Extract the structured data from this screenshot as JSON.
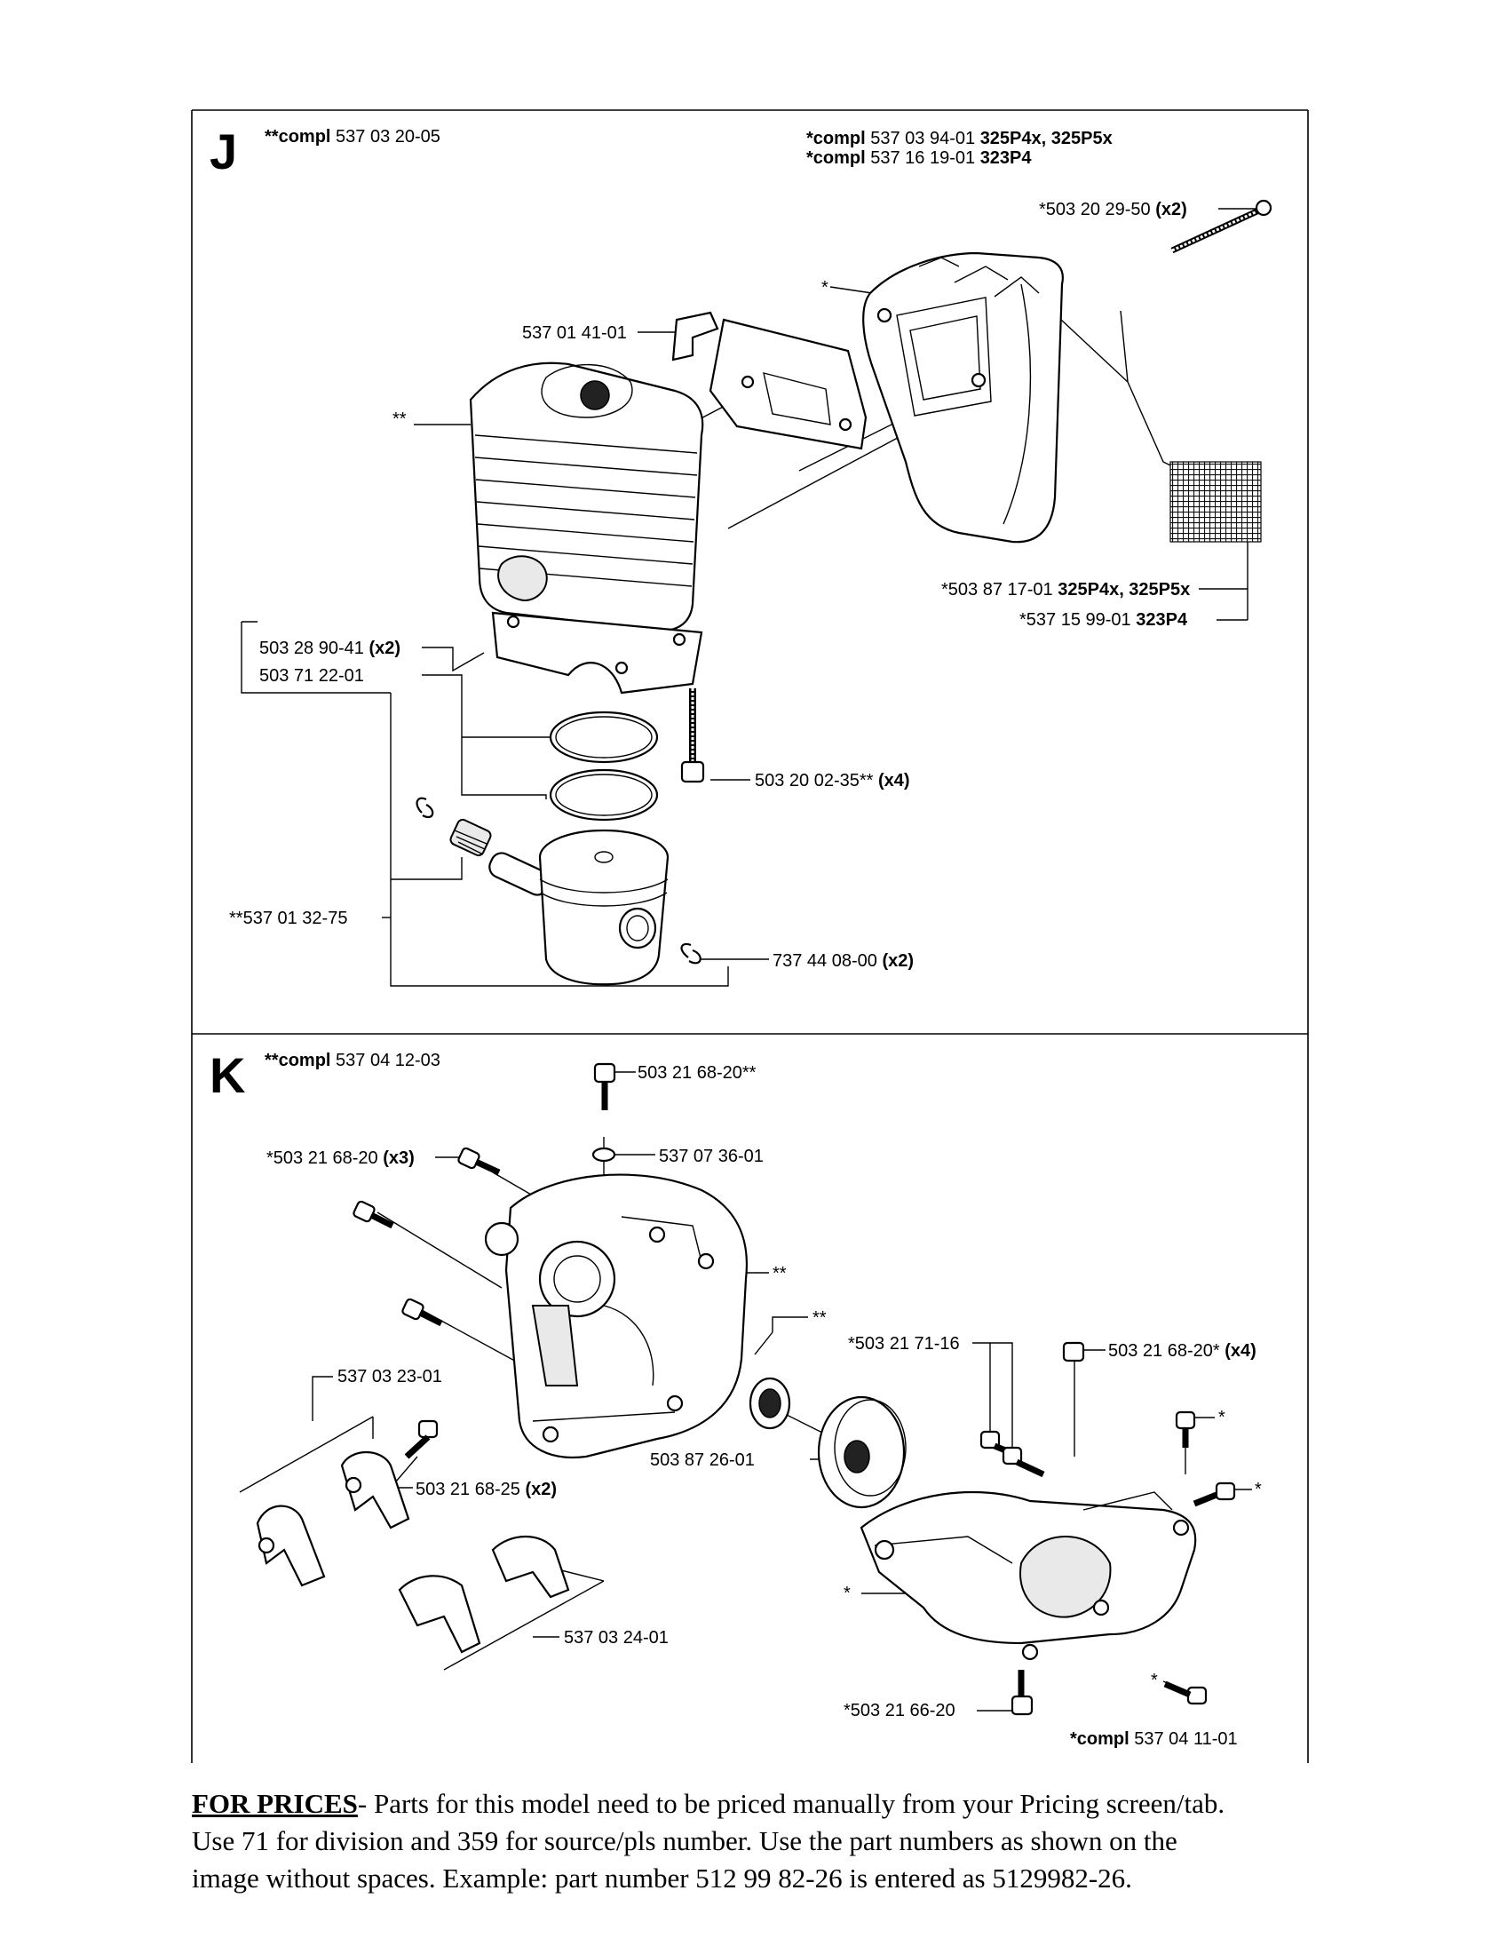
{
  "panel_j": {
    "letter": "J",
    "compl_main": {
      "prefix": "**compl ",
      "number": "537 03 20-05"
    },
    "compl_right": [
      {
        "prefix": "*compl ",
        "number": "537 03 94-01 ",
        "models": "325P4x, 325P5x"
      },
      {
        "prefix": "*compl ",
        "number": "537 16 19-01 ",
        "models": "323P4"
      }
    ],
    "labels": {
      "bolt_top": {
        "num": "*503 20 29-50 ",
        "qty": "(x2)"
      },
      "muffler_star": "*",
      "bracket": "537 01 41-01",
      "cylinder_star": "**",
      "screen_a": {
        "num": "*503 87 17-01 ",
        "models": "325P4x, 325P5x"
      },
      "screen_b": {
        "num": "*537 15 99-01 ",
        "models": "323P4"
      },
      "gasket": {
        "num": "503 28 90-41 ",
        "qty": "(x2)"
      },
      "rings": "503 71 22-01",
      "cyl_screw": {
        "num": "503 20 02-35** ",
        "qty": "(x4)"
      },
      "piston": "**537 01 32-75",
      "circlip": {
        "num": "737 44 08-00 ",
        "qty": "(x2)"
      }
    }
  },
  "panel_k": {
    "letter": "K",
    "compl_main": {
      "prefix": "**compl ",
      "number": "537 04 12-03"
    },
    "labels": {
      "top_screw": "503 21 68-20**",
      "washer": "537 07 36-01",
      "screws_left": {
        "num": "*503 21 68-20 ",
        "qty": "(x3)"
      },
      "crank_star": "**",
      "bearing_star": "**",
      "mid_screw": "*503 21 71-16",
      "screws_right": {
        "num": "503 21 68-20* ",
        "qty": "(x4)"
      },
      "star_a": "*",
      "star_b": "*",
      "star_c": "*",
      "star_d": "*",
      "plate_upper": "537 03 23-01",
      "plate_screw": {
        "num": "503 21 68-25 ",
        "qty": "(x2)"
      },
      "clutch_drum": "503 87 26-01",
      "plate_lower": "537 03 24-01",
      "bottom_screw": "*503 21 66-20",
      "compl_bottom": {
        "prefix": "*compl ",
        "number": "537 04 11-01"
      }
    }
  },
  "footer": {
    "prices_label": "FOR PRICES",
    "line1": "- Parts for this model need to be priced manually from your Pricing screen/tab.",
    "line2": "Use 71 for division and 359 for source/pls number.   Use the part numbers as shown on the",
    "line3": "image without spaces.  Example: part number 512 99 82-26 is entered as 5129982-26."
  }
}
